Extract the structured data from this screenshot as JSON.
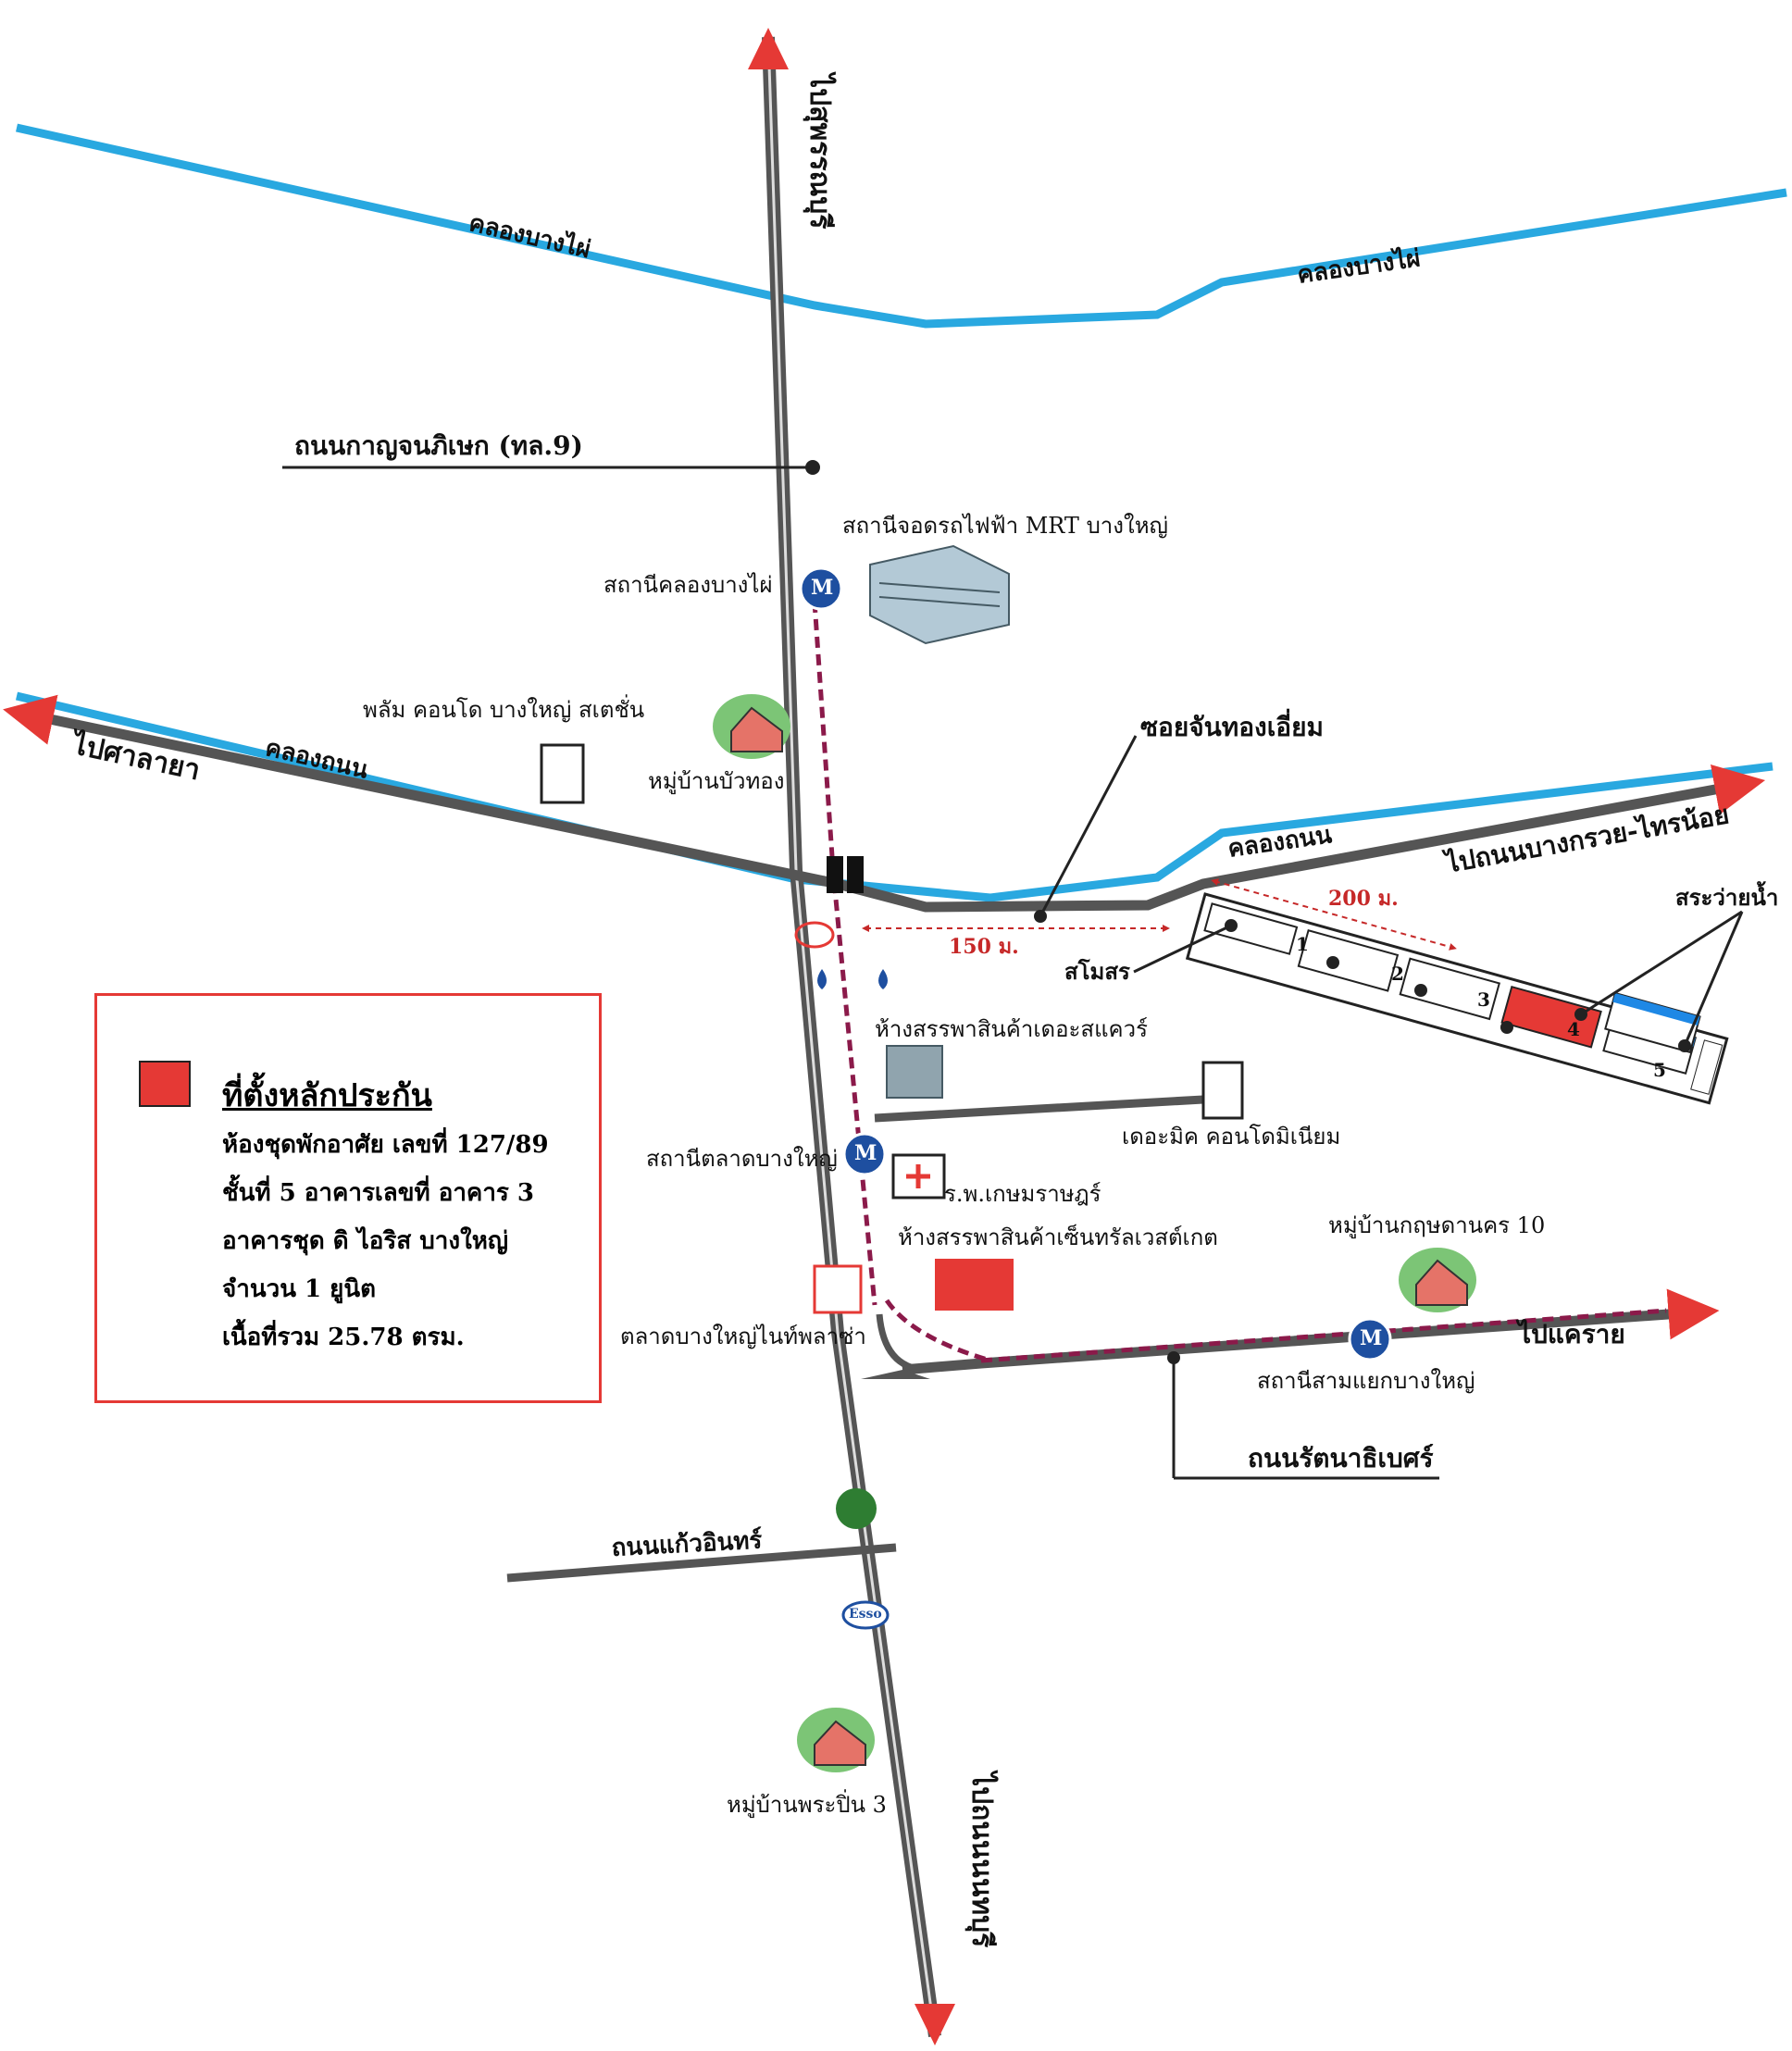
{
  "roads": {
    "to_pathum_thani": "ไปสุพรรณบุรี",
    "to_nonthaburi": "ไปถนนนนทบุรี",
    "kanchanaphisek": "ถนนกาญจนภิเษก (ทล.9)",
    "to_sala_ya": "ไปศาลายา",
    "to_bang_kruai": "ไปถนนบางกรวย-ไทรน้อย",
    "to_khae_rai": "ไปแคราย",
    "rattanathibet": "ถนนรัตนาธิเบศร์",
    "kaew_in": "ถนนแก้วอินทร์",
    "soi_chanthong": "ซอยจันทองเอี่ยม"
  },
  "canals": {
    "bang_phai_left": "คลองบางไผ่",
    "bang_phai_right": "คลองบางไผ่",
    "thanon_left": "คลองถนน",
    "thanon_right": "คลองถนน"
  },
  "places": {
    "mrt_depot": "สถานีจอดรถไฟฟ้า MRT บางใหญ่",
    "khlong_bang_phai_station": "สถานีคลองบางไผ่",
    "plum_condo": "พลัม คอนโด บางใหญ่ สเตชั่น",
    "bua_thong_village": "หมู่บ้านบัวทอง",
    "the_square": "ห้างสรรพาสินค้าเดอะสแควร์",
    "the_mix_condo": "เดอะมิค คอนโดมิเนียม",
    "talad_bang_yai_station": "สถานีตลาดบางใหญ่",
    "kasemrad_hospital": "ร.พ.เกษมราษฎร์",
    "central_westgate": "ห้างสรรพาสินค้าเซ็นทรัลเวสต์เกต",
    "krisdanakorn_village": "หมู่บ้านกฤษดานคร 10",
    "bang_yai_night_plaza": "ตลาดบางใหญ่ไนท์พลาซ่า",
    "sam_yaek_station": "สถานีสามแยกบางใหญ่",
    "phra_pin_village": "หมู่บ้านพระปิ่น 3",
    "clubhouse": "สโมสร",
    "swimming_pool": "สระว่ายน้ำ",
    "esso": "Esso",
    "metro": "M"
  },
  "distances": {
    "d150": "150 ม.",
    "d200": "200 ม."
  },
  "buildings": [
    "1",
    "2",
    "3",
    "4",
    "5"
  ],
  "legend": {
    "title": "ที่ตั้งหลักประกัน",
    "line1": "ห้องชุดพักอาศัย เลขที่ 127/89",
    "line2": "ชั้นที่ 5   อาคารเลขที่ อาคาร 3",
    "line3": "อาคารชุด ดิ ไอริส บางใหญ่",
    "line4": "จำนวน 1 ยูนิต",
    "line5": "เนื้อที่รวม 25.78 ตรม."
  },
  "colors": {
    "canal": "#29a8e0",
    "road": "#5a5a5a",
    "rail": "#8b1a4a",
    "arrow": "#e53935",
    "collateral": "#e53935",
    "pool": "#1e88e5"
  }
}
